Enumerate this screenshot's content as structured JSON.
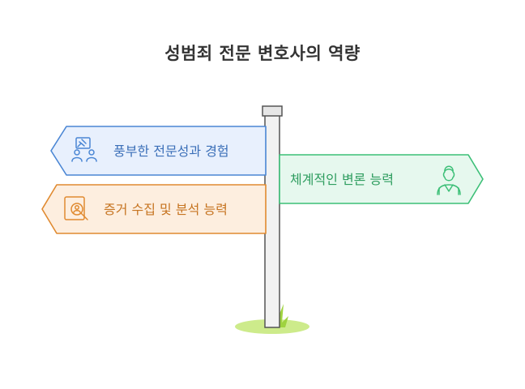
{
  "title": "성범죄 전문 변호사의 역량",
  "signs": [
    {
      "id": "experience",
      "label": "풍부한 전문성과 경험",
      "icon": "people-gavel-icon",
      "side": "left",
      "stroke": "#4a86d4",
      "fill": "#e8f0fd",
      "text": "#3b6fb8"
    },
    {
      "id": "defense",
      "label": "체계적인 변론 능력",
      "icon": "lawyer-person-icon",
      "side": "right",
      "stroke": "#3cbf77",
      "fill": "#e6f8ee",
      "text": "#2e9d5f"
    },
    {
      "id": "evidence",
      "label": "증거 수집 및 분석 능력",
      "icon": "magnifier-document-icon",
      "side": "left",
      "stroke": "#e08a30",
      "fill": "#fdeedf",
      "text": "#c67421"
    }
  ],
  "colors": {
    "post_stroke": "#555555",
    "post_fill": "#f2f2f2",
    "grass": "#b5e261"
  }
}
